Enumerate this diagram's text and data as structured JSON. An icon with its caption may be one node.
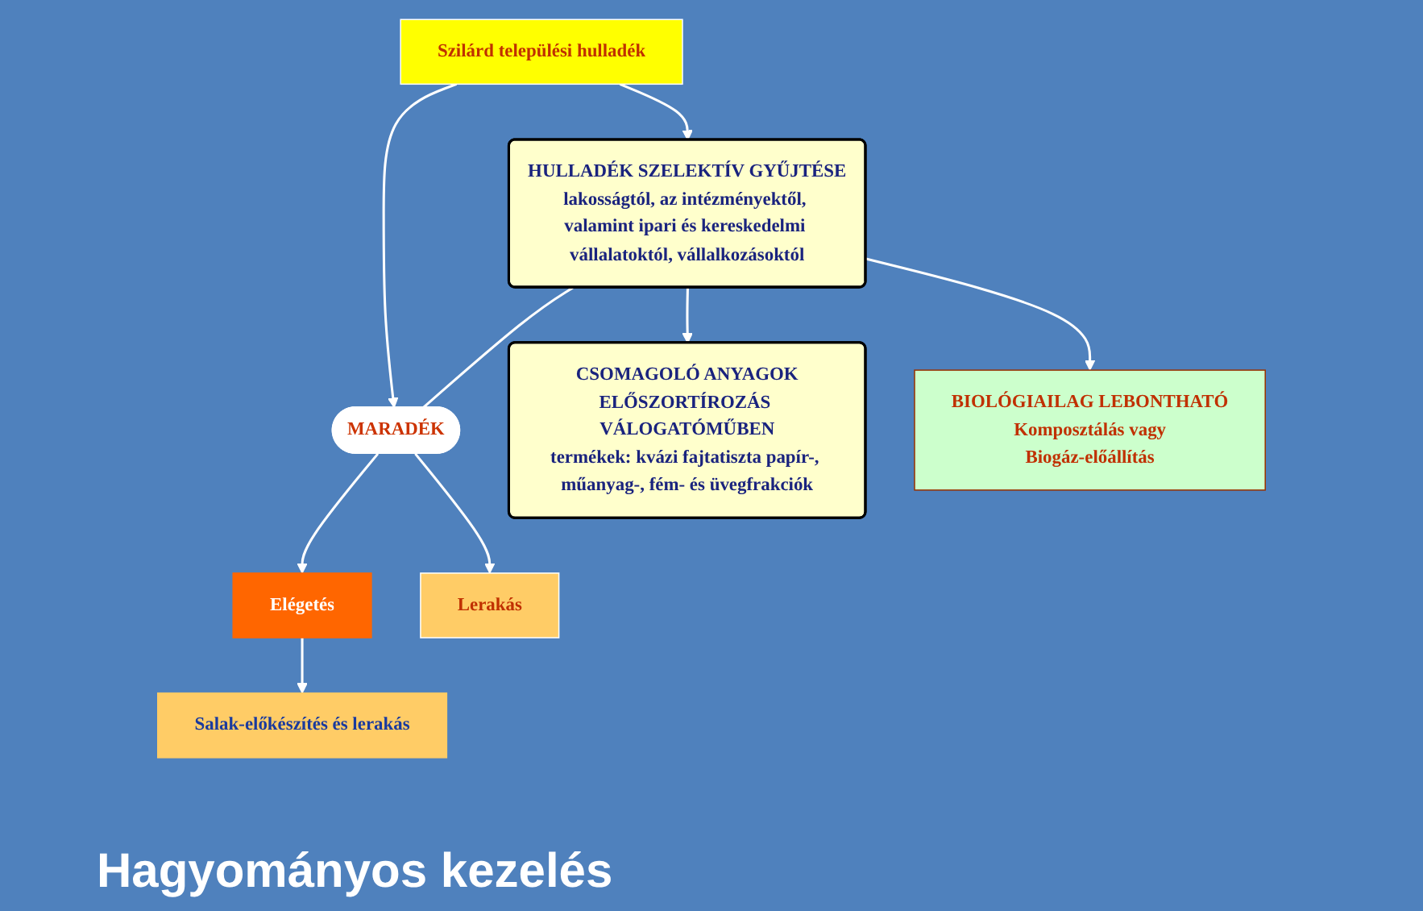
{
  "diagram": {
    "nodes": [
      {
        "text": [
          "Szilárd települési hulladék"
        ]
      },
      {
        "text": [
          "HULLADÉK SZELEKTÍV GYŰJTÉSE",
          "lakosságtól, az intézményektől, valamint ipari és kereskedelmi vállalatoktól, vállalkozásoktól"
        ]
      },
      {
        "text": [
          "MARADÉK"
        ]
      },
      {
        "text": [
          "CSOMAGOLÓ ANYAGOK",
          "ELŐSZORTÍROZÁS VÁLOGATÓMŰBEN",
          "termékek: kvázi fajtatiszta papír-, műanyag-, fém- és üvegfrakciók"
        ]
      },
      {
        "text": [
          "BIOLÓGIAILAG LEBONTHATÓ",
          "Komposztálás vagy",
          "Biogáz-előállítás"
        ]
      },
      {
        "text": [
          "Elégetés"
        ]
      },
      {
        "text": [
          "Lerakás"
        ]
      },
      {
        "text": [
          "Salak-előkészítés és lerakás"
        ]
      }
    ],
    "edges": [
      {
        "from": 0,
        "to": 1,
        "arrow": "to"
      },
      {
        "from": 0,
        "to": 2,
        "arrow": "to"
      },
      {
        "from": 1,
        "to": 2,
        "arrow": "none"
      },
      {
        "from": 1,
        "to": 3,
        "arrow": "to"
      },
      {
        "from": 1,
        "to": 4,
        "arrow": "to"
      },
      {
        "from": 2,
        "to": 6,
        "arrow": "to"
      },
      {
        "from": 2,
        "to": 5,
        "arrow": "to"
      },
      {
        "from": 5,
        "to": 7,
        "arrow": "to"
      }
    ],
    "labels": [
      "Hagyományos kezelés"
    ]
  }
}
